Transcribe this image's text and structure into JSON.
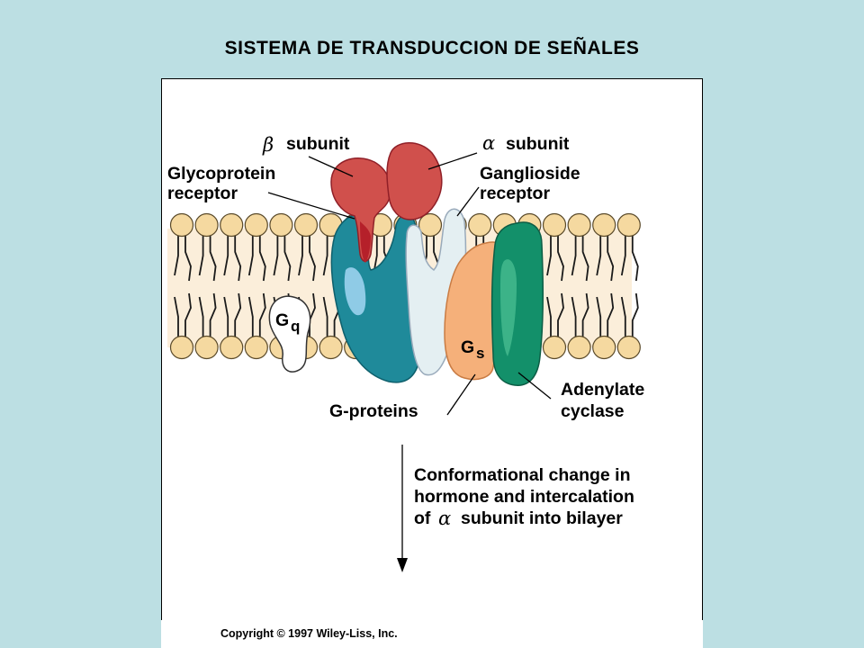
{
  "slide_title": "SISTEMA DE TRANSDUCCION DE SEÑALES",
  "greek": {
    "beta": "β",
    "alpha": "α"
  },
  "labels": {
    "beta_subunit": "subunit",
    "alpha_subunit": "subunit",
    "glycoprotein_line1": "Glycoprotein",
    "glycoprotein_line2": "receptor",
    "ganglioside_line1": "Ganglioside",
    "ganglioside_line2": "receptor",
    "adenylate_line1": "Adenylate",
    "adenylate_line2": "cyclase",
    "g_proteins": "G-proteins",
    "gq_main": "G",
    "gq_sub": "q",
    "gs_main": "G",
    "gs_sub": "s"
  },
  "caption": {
    "line1": "Conformational change in",
    "line2": "hormone and intercalation",
    "line3_prefix": "of",
    "line3_suffix": "subunit into bilayer"
  },
  "copyright": "Copyright © 1997 Wiley-Liss, Inc.",
  "colors": {
    "background": "#bcdfe3",
    "lipid_head": "#f5d9a0",
    "bilayer_fill": "#fbeeda",
    "teal_receptor": "#1f8a9a",
    "teal_light": "#8fcbe6",
    "pale_receptor": "#e4eff2",
    "red_subunit": "#d0504c",
    "red_dark": "#b5202a",
    "orange_gs": "#f5b07a",
    "green_cyclase": "#13906a"
  }
}
